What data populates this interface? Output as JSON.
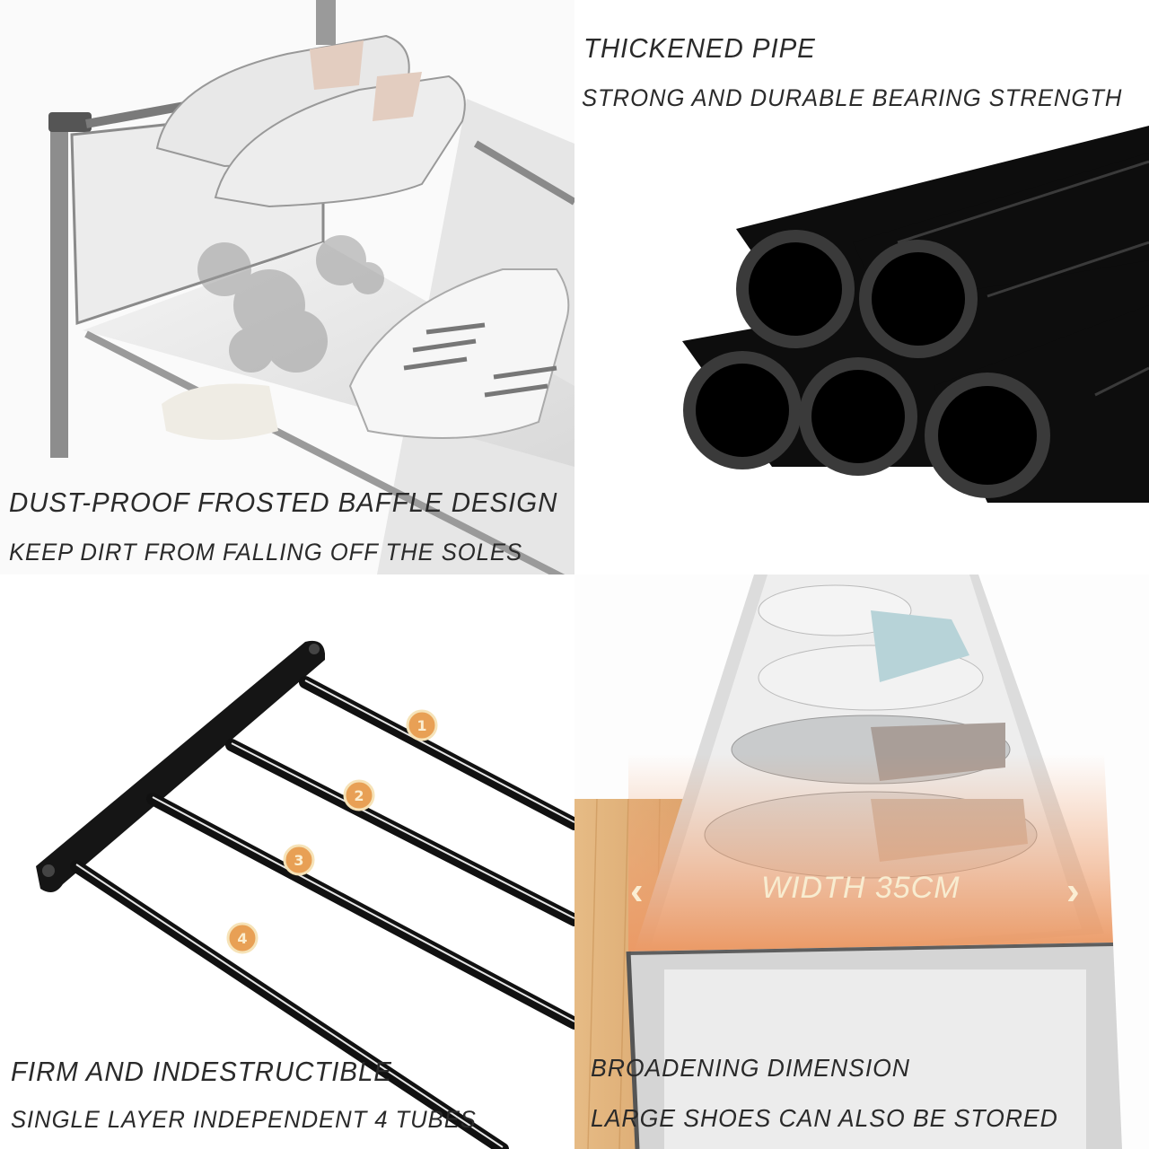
{
  "panels": {
    "top_left": {
      "title": "DUST-PROOF FROSTED BAFFLE DESIGN",
      "subtitle": "KEEP DIRT FROM FALLING OFF THE SOLES",
      "image": "shoe-rack-dust-baffle-illustration"
    },
    "top_right": {
      "title": "THICKENED PIPE",
      "subtitle": "STRONG AND DURABLE BEARING STRENGTH",
      "image": "stacked-black-pipes",
      "pipe_count": 5
    },
    "bottom_left": {
      "title": "FIRM AND INDESTRUCTIBLE",
      "subtitle": "SINGLE LAYER INDEPENDENT 4 TUBES",
      "image": "shelf-frame-four-tubes",
      "tube_badges": [
        "1",
        "2",
        "3",
        "4"
      ]
    },
    "bottom_right": {
      "title": "BROADENING DIMENSION",
      "subtitle": "LARGE SHOES CAN ALSO BE STORED",
      "image": "shoe-rack-width-illustration",
      "dimension_label": "WIDTH 35CM",
      "arrow_left": "‹",
      "arrow_right": "›"
    }
  },
  "colors": {
    "badge_orange": "#e8a055",
    "badge_border": "#f6e3b8",
    "width_band": "#eea070",
    "pipe_black": "#0a0a0a",
    "caption_text": "#2a2a2a",
    "floor_wood": "#e0b27a"
  }
}
